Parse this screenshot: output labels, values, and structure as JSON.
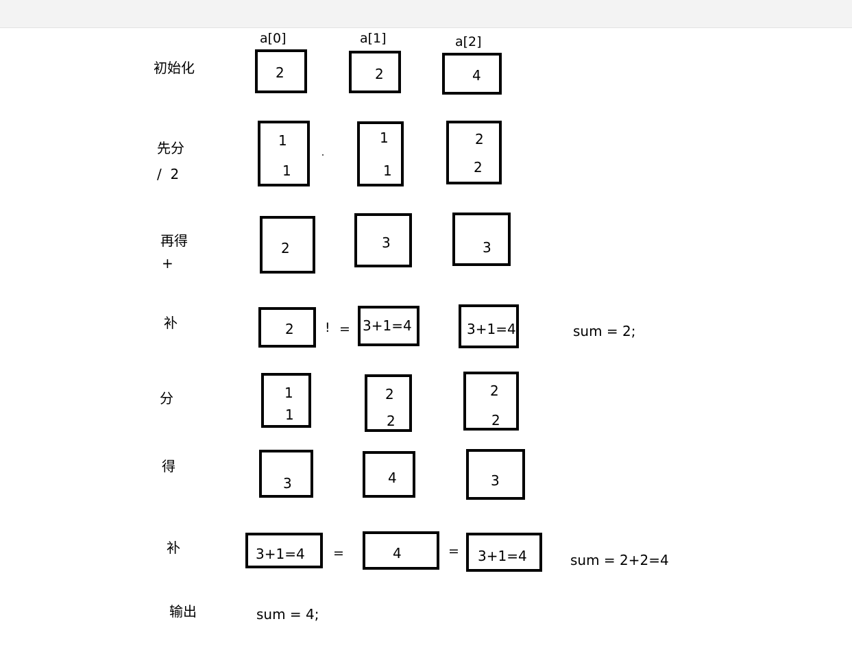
{
  "columns": [
    "a[0]",
    "a[1]",
    "a[2]"
  ],
  "rows": [
    {
      "label": "初始化",
      "cells": [
        [
          "2"
        ],
        [
          "2"
        ],
        [
          "4"
        ]
      ]
    },
    {
      "label": "先分",
      "sublabel": "/  2",
      "cells": [
        [
          "1",
          "1"
        ],
        [
          "1",
          "1"
        ],
        [
          "2",
          "2"
        ]
      ]
    },
    {
      "label": "再得",
      "sublabel": "+",
      "cells": [
        [
          "2"
        ],
        [
          "3"
        ],
        [
          "3"
        ]
      ]
    },
    {
      "label": "补",
      "cells": [
        [
          "2"
        ],
        [
          "3+1=4"
        ],
        [
          "3+1=4"
        ]
      ],
      "operators": [
        "!",
        "="
      ],
      "note": "sum = 2;"
    },
    {
      "label": "分",
      "cells": [
        [
          "1",
          "1"
        ],
        [
          "2",
          "2"
        ],
        [
          "2",
          "2"
        ]
      ]
    },
    {
      "label": "得",
      "cells": [
        [
          "3"
        ],
        [
          "4"
        ],
        [
          "3"
        ]
      ]
    },
    {
      "label": "补",
      "cells": [
        [
          "3+1=4"
        ],
        [
          "4"
        ],
        [
          "3+1=4"
        ]
      ],
      "operators": [
        "=",
        "="
      ],
      "note": "sum = 2+2=4"
    },
    {
      "label": "输出",
      "output": "sum = 4;"
    }
  ]
}
